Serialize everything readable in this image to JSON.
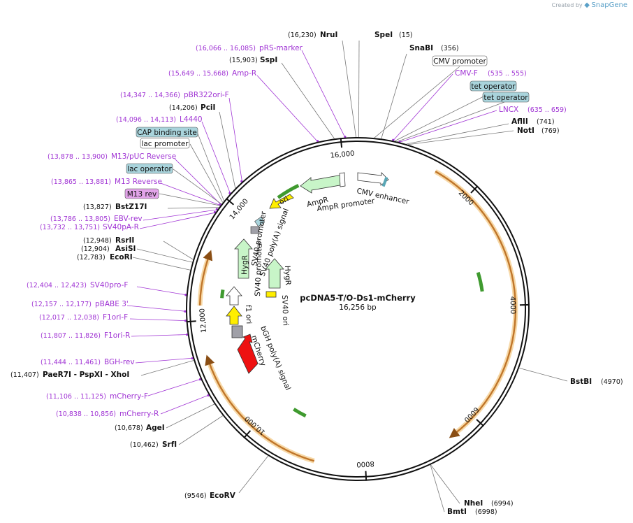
{
  "header": {
    "created_by": "Created by",
    "brand": "SnapGene"
  },
  "plasmid": {
    "name": "pcDNA5-T/O-Ds1-mCherry",
    "size_label": "16,256 bp",
    "length": 16256
  },
  "ring_ticks": [
    {
      "bp": 2000,
      "label": "2000"
    },
    {
      "bp": 4000,
      "label": "4000"
    },
    {
      "bp": 6000,
      "label": "6000"
    },
    {
      "bp": 8000,
      "label": "8000"
    },
    {
      "bp": 10000,
      "label": "10,000"
    },
    {
      "bp": 12000,
      "label": "12,000"
    },
    {
      "bp": 14000,
      "label": "14,000"
    },
    {
      "bp": 16000,
      "label": "16,000"
    }
  ],
  "sites_left": [
    {
      "name": "NruI",
      "pos": "(16,230)"
    },
    {
      "name": "SspI",
      "pos": "(15,903)"
    },
    {
      "name": "PciI",
      "pos": "(14,206)"
    },
    {
      "name": "BstZ17I",
      "pos": "(13,827)"
    },
    {
      "name": "RsrII",
      "pos": "(12,948)"
    },
    {
      "name": "AsiSI",
      "pos": "(12,904)"
    },
    {
      "name": "EcoRI",
      "pos": "(12,783)"
    },
    {
      "name": "PaeR7I - PspXI - XhoI",
      "pos": "(11,407)"
    },
    {
      "name": "AgeI",
      "pos": "(10,678)"
    },
    {
      "name": "SrfI",
      "pos": "(10,462)"
    },
    {
      "name": "EcoRV",
      "pos": "(9546)"
    }
  ],
  "sites_right": [
    {
      "name": "SpeI",
      "pos": "(15)"
    },
    {
      "name": "SnaBI",
      "pos": "(356)"
    },
    {
      "name": "AflII",
      "pos": "(741)"
    },
    {
      "name": "NotI",
      "pos": "(769)"
    },
    {
      "name": "BstBI",
      "pos": "(4970)"
    },
    {
      "name": "NheI",
      "pos": "(6994)"
    },
    {
      "name": "BmtI",
      "pos": "(6998)"
    }
  ],
  "primers_left": [
    {
      "name": "pRS-marker",
      "range": "(16,066 .. 16,085)"
    },
    {
      "name": "Amp-R",
      "range": "(15,649 .. 15,668)"
    },
    {
      "name": "pBR322ori-F",
      "range": "(14,347 .. 14,366)"
    },
    {
      "name": "L4440",
      "range": "(14,096 .. 14,113)"
    },
    {
      "name": "M13/pUC Reverse",
      "range": "(13,878 .. 13,900)"
    },
    {
      "name": "M13 Reverse",
      "range": "(13,865 .. 13,881)"
    },
    {
      "name": "EBV-rev",
      "range": "(13,786 .. 13,805)"
    },
    {
      "name": "SV40pA-R",
      "range": "(13,732 .. 13,751)"
    },
    {
      "name": "SV40pro-F",
      "range": "(12,404 .. 12,423)"
    },
    {
      "name": "pBABE 3'",
      "range": "(12,157 .. 12,177)"
    },
    {
      "name": "F1ori-F",
      "range": "(12,017 .. 12,038)"
    },
    {
      "name": "F1ori-R",
      "range": "(11,807 .. 11,826)"
    },
    {
      "name": "BGH-rev",
      "range": "(11,444 .. 11,461)"
    },
    {
      "name": "mCherry-F",
      "range": "(11,106 .. 11,125)"
    },
    {
      "name": "mCherry-R",
      "range": "(10,838 .. 10,856)"
    }
  ],
  "primers_right": [
    {
      "name": "CMV-F",
      "range": "(535 .. 555)"
    },
    {
      "name": "LNCX",
      "range": "(635 .. 659)"
    }
  ],
  "boxed_features": {
    "cap_binding_site": "CAP binding site",
    "lac_promoter": "lac promoter",
    "lac_operator": "lac operator",
    "m13_rev": "M13 rev",
    "cmv_promoter": "CMV promoter",
    "tet_operator_1": "tet operator",
    "tet_operator_2": "tet operator"
  },
  "inner_labels": {
    "cmv_enhancer": "CMV enhancer",
    "ampr": "AmpR",
    "ampr_promoter": "AmpR promoter",
    "ori": "ori",
    "sv40_polya": "SV40 poly(A) signal",
    "sv40_promoter_1": "SV40 promoter",
    "sv40_promoter_2": "SV40 promoter",
    "hygr_1": "HygR",
    "hygr_2": "HygR",
    "sv40_ori": "SV40 ori",
    "f1_ori": "f1 ori",
    "bgh_polya": "bGH poly(A) signal",
    "mcherry": "mCherry"
  },
  "colors": {
    "backbone": "#111111",
    "orange_track": "#c0762a",
    "orange_glow": "#f7d9a8",
    "green_feature": "#c8f5c8",
    "green_arrow": "#3f9a2f",
    "yellow_feature": "#ffee00",
    "red_feature": "#ee1111",
    "grey_feature": "#a0a0a8",
    "primer_purple": "#a034d4",
    "box_blue": "#a9d4dc",
    "box_pink": "#e2a4e9"
  }
}
